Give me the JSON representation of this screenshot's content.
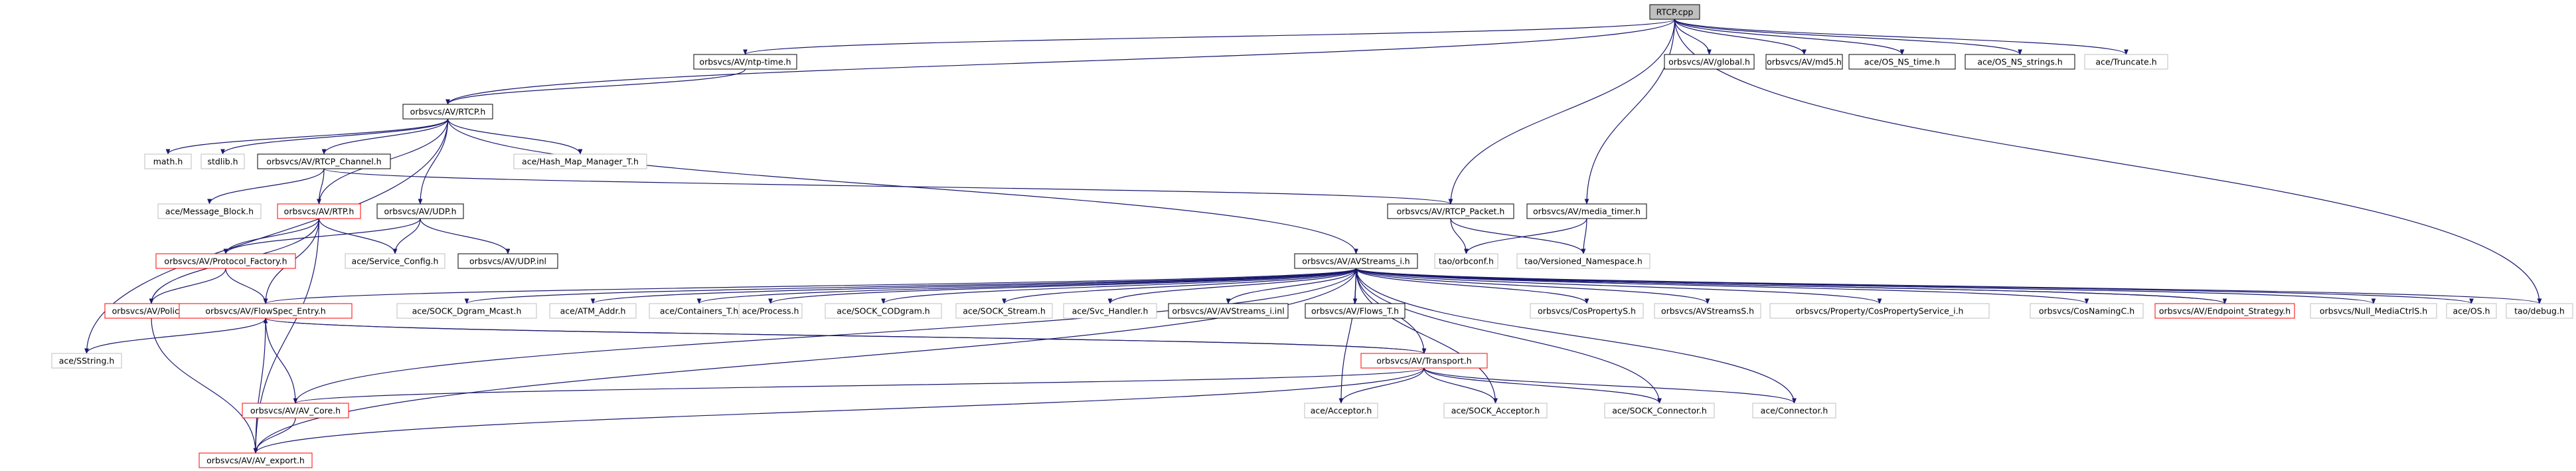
{
  "diagram": {
    "kind": "include dependency graph",
    "colors": {
      "edge": "#191970",
      "root_fill": "#bfbfbf",
      "normal_border": "#000000",
      "red_border": "#ff0000",
      "gray_border": "#bfbfbf"
    },
    "nodes": {
      "rtcp_cpp": "RTCP.cpp",
      "ntp_time": "orbsvcs/AV/ntp-time.h",
      "av_rtcp_h": "orbsvcs/AV/RTCP.h",
      "global_h": "orbsvcs/AV/global.h",
      "md5_h": "orbsvcs/AV/md5.h",
      "os_ns_time": "ace/OS_NS_time.h",
      "os_ns_strings": "ace/OS_NS_strings.h",
      "truncate_h": "ace/Truncate.h",
      "math_h": "math.h",
      "stdlib_h": "stdlib.h",
      "rtcp_channel": "orbsvcs/AV/RTCP_Channel.h",
      "hash_map": "ace/Hash_Map_Manager_T.h",
      "message_block": "ace/Message_Block.h",
      "rtp_h": "orbsvcs/AV/RTP.h",
      "udp_h": "orbsvcs/AV/UDP.h",
      "rtcp_packet": "orbsvcs/AV/RTCP_Packet.h",
      "media_timer": "orbsvcs/AV/media_timer.h",
      "service_config": "ace/Service_Config.h",
      "udp_inl": "orbsvcs/AV/UDP.inl",
      "protocol_factory": "orbsvcs/AV/Protocol_Factory.h",
      "orbconf": "tao/orbconf.h",
      "versioned_ns": "tao/Versioned_Namespace.h",
      "avstreams_i": "orbsvcs/AV/AVStreams_i.h",
      "policy_h": "orbsvcs/AV/Policy.h",
      "flowspec_entry": "orbsvcs/AV/FlowSpec_Entry.h",
      "sock_dgram_mcast": "ace/SOCK_Dgram_Mcast.h",
      "atm_addr": "ace/ATM_Addr.h",
      "containers_t": "ace/Containers_T.h",
      "process_h": "ace/Process.h",
      "sock_codgram": "ace/SOCK_CODgram.h",
      "sock_stream": "ace/SOCK_Stream.h",
      "svc_handler": "ace/Svc_Handler.h",
      "avstreams_i_inl": "orbsvcs/AV/AVStreams_i.inl",
      "flows_t": "orbsvcs/AV/Flows_T.h",
      "cospropertys": "orbsvcs/CosPropertyS.h",
      "avstreamss": "orbsvcs/AVStreamsS.h",
      "cosproperty_service_i": "orbsvcs/Property/CosPropertyService_i.h",
      "cosnamingc": "orbsvcs/CosNamingC.h",
      "endpoint_strategy": "orbsvcs/AV/Endpoint_Strategy.h",
      "null_mediactrls": "orbsvcs/Null_MediaCtrlS.h",
      "os_h": "ace/OS.h",
      "debug_h": "tao/debug.h",
      "sstring_h": "ace/SString.h",
      "transport_h": "orbsvcs/AV/Transport.h",
      "av_core": "orbsvcs/AV/AV_Core.h",
      "acceptor_h": "ace/Acceptor.h",
      "sock_acceptor": "ace/SOCK_Acceptor.h",
      "sock_connector": "ace/SOCK_Connector.h",
      "connector_h": "ace/Connector.h",
      "av_export": "orbsvcs/AV/AV_export.h"
    }
  }
}
